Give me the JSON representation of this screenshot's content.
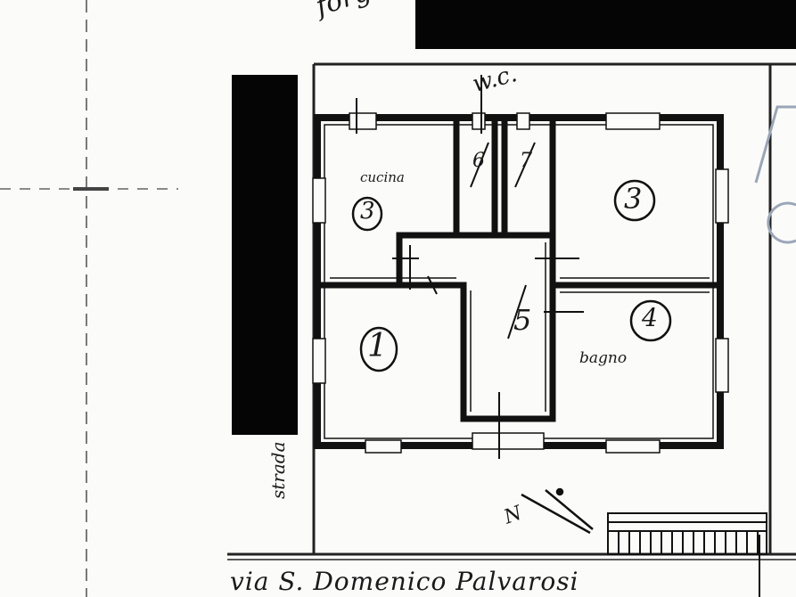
{
  "labels": {
    "top_corner": "forgo",
    "wc": "w.c.",
    "cucina": "cucina",
    "room_3_small": "3",
    "room_3": "3",
    "room_4": "4",
    "room_1": "1",
    "room_5": "5",
    "room_6": "6",
    "room_7": "7",
    "bagno": "bagno",
    "north_arrow": "N",
    "side_note": "strada",
    "street": "via S. Domenico Palvarosi"
  },
  "colors": {
    "ink": "#1a1a1a",
    "paper": "#fbfbf9",
    "faint_stamp": "#9aa6b8"
  }
}
